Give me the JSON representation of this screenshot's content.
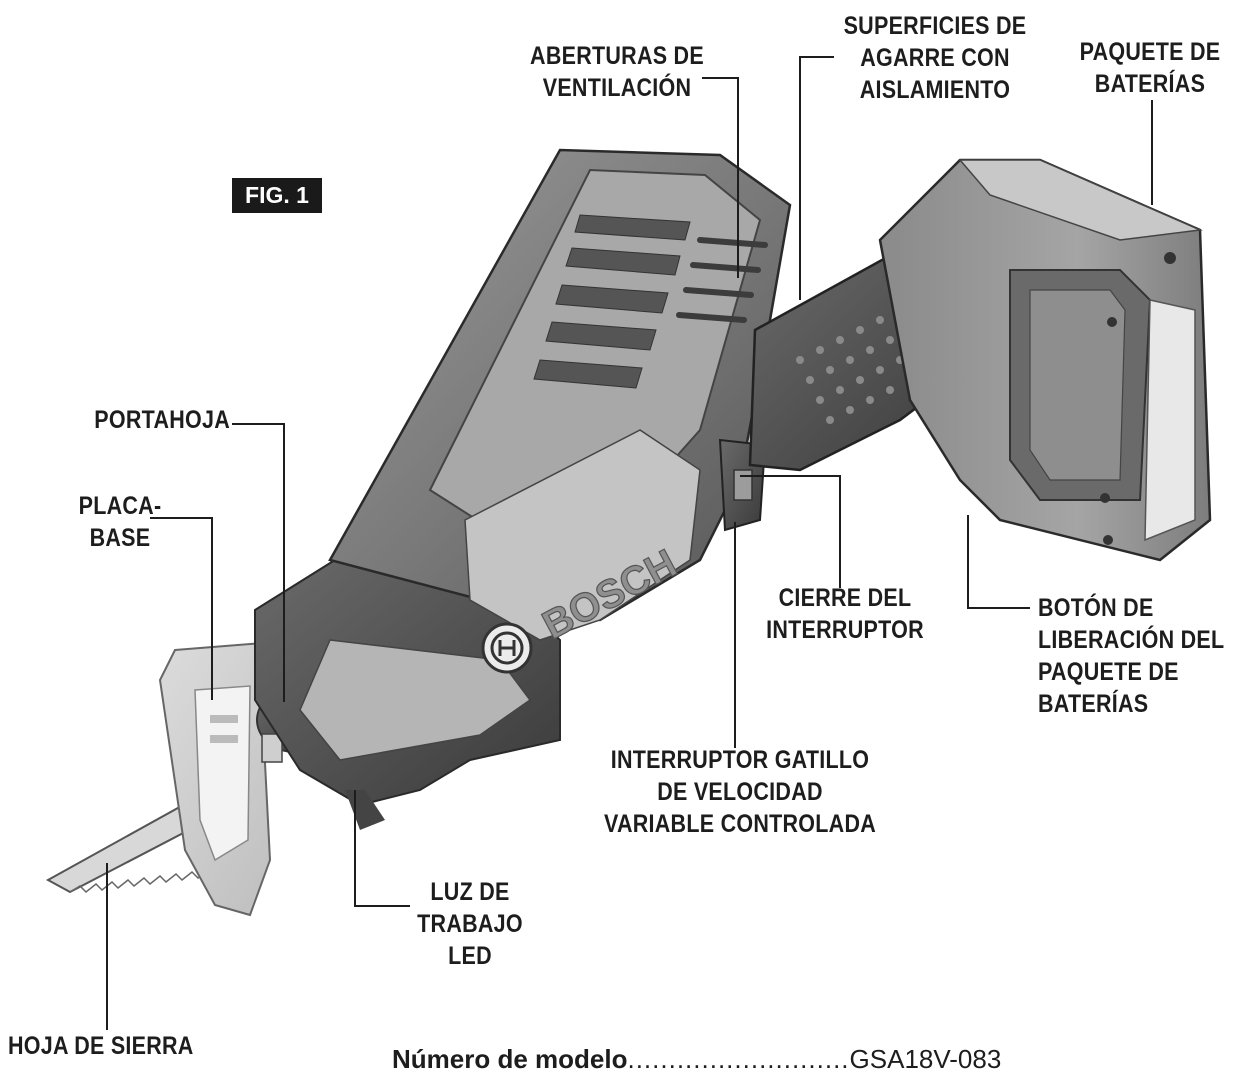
{
  "figure_label": "FIG. 1",
  "brand_mark": "BOSCH",
  "labels": {
    "ventilation": [
      "ABERTURAS DE",
      "VENTILACIÓN"
    ],
    "grip": [
      "SUPERFICIES DE",
      "AGARRE CON",
      "AISLAMIENTO"
    ],
    "battery_pack": [
      "PAQUETE DE",
      "BATERÍAS"
    ],
    "blade_holder": [
      "PORTAHOJA"
    ],
    "base_plate": [
      "PLACA-",
      "BASE"
    ],
    "switch_lock": [
      "CIERRE DEL",
      "INTERRUPTOR"
    ],
    "battery_release": [
      "BOTÓN DE",
      "LIBERACIÓN DEL",
      "PAQUETE DE",
      "BATERÍAS"
    ],
    "trigger_switch": [
      "INTERRUPTOR GATILLO",
      "DE VELOCIDAD",
      "VARIABLE CONTROLADA"
    ],
    "led_light": [
      "LUZ DE",
      "TRABAJO",
      "LED"
    ],
    "saw_blade": [
      "HOJA DE SIERRA"
    ]
  },
  "model": {
    "label": "Número de modelo",
    "dots": "...........................",
    "value": "GSA18V-083"
  }
}
